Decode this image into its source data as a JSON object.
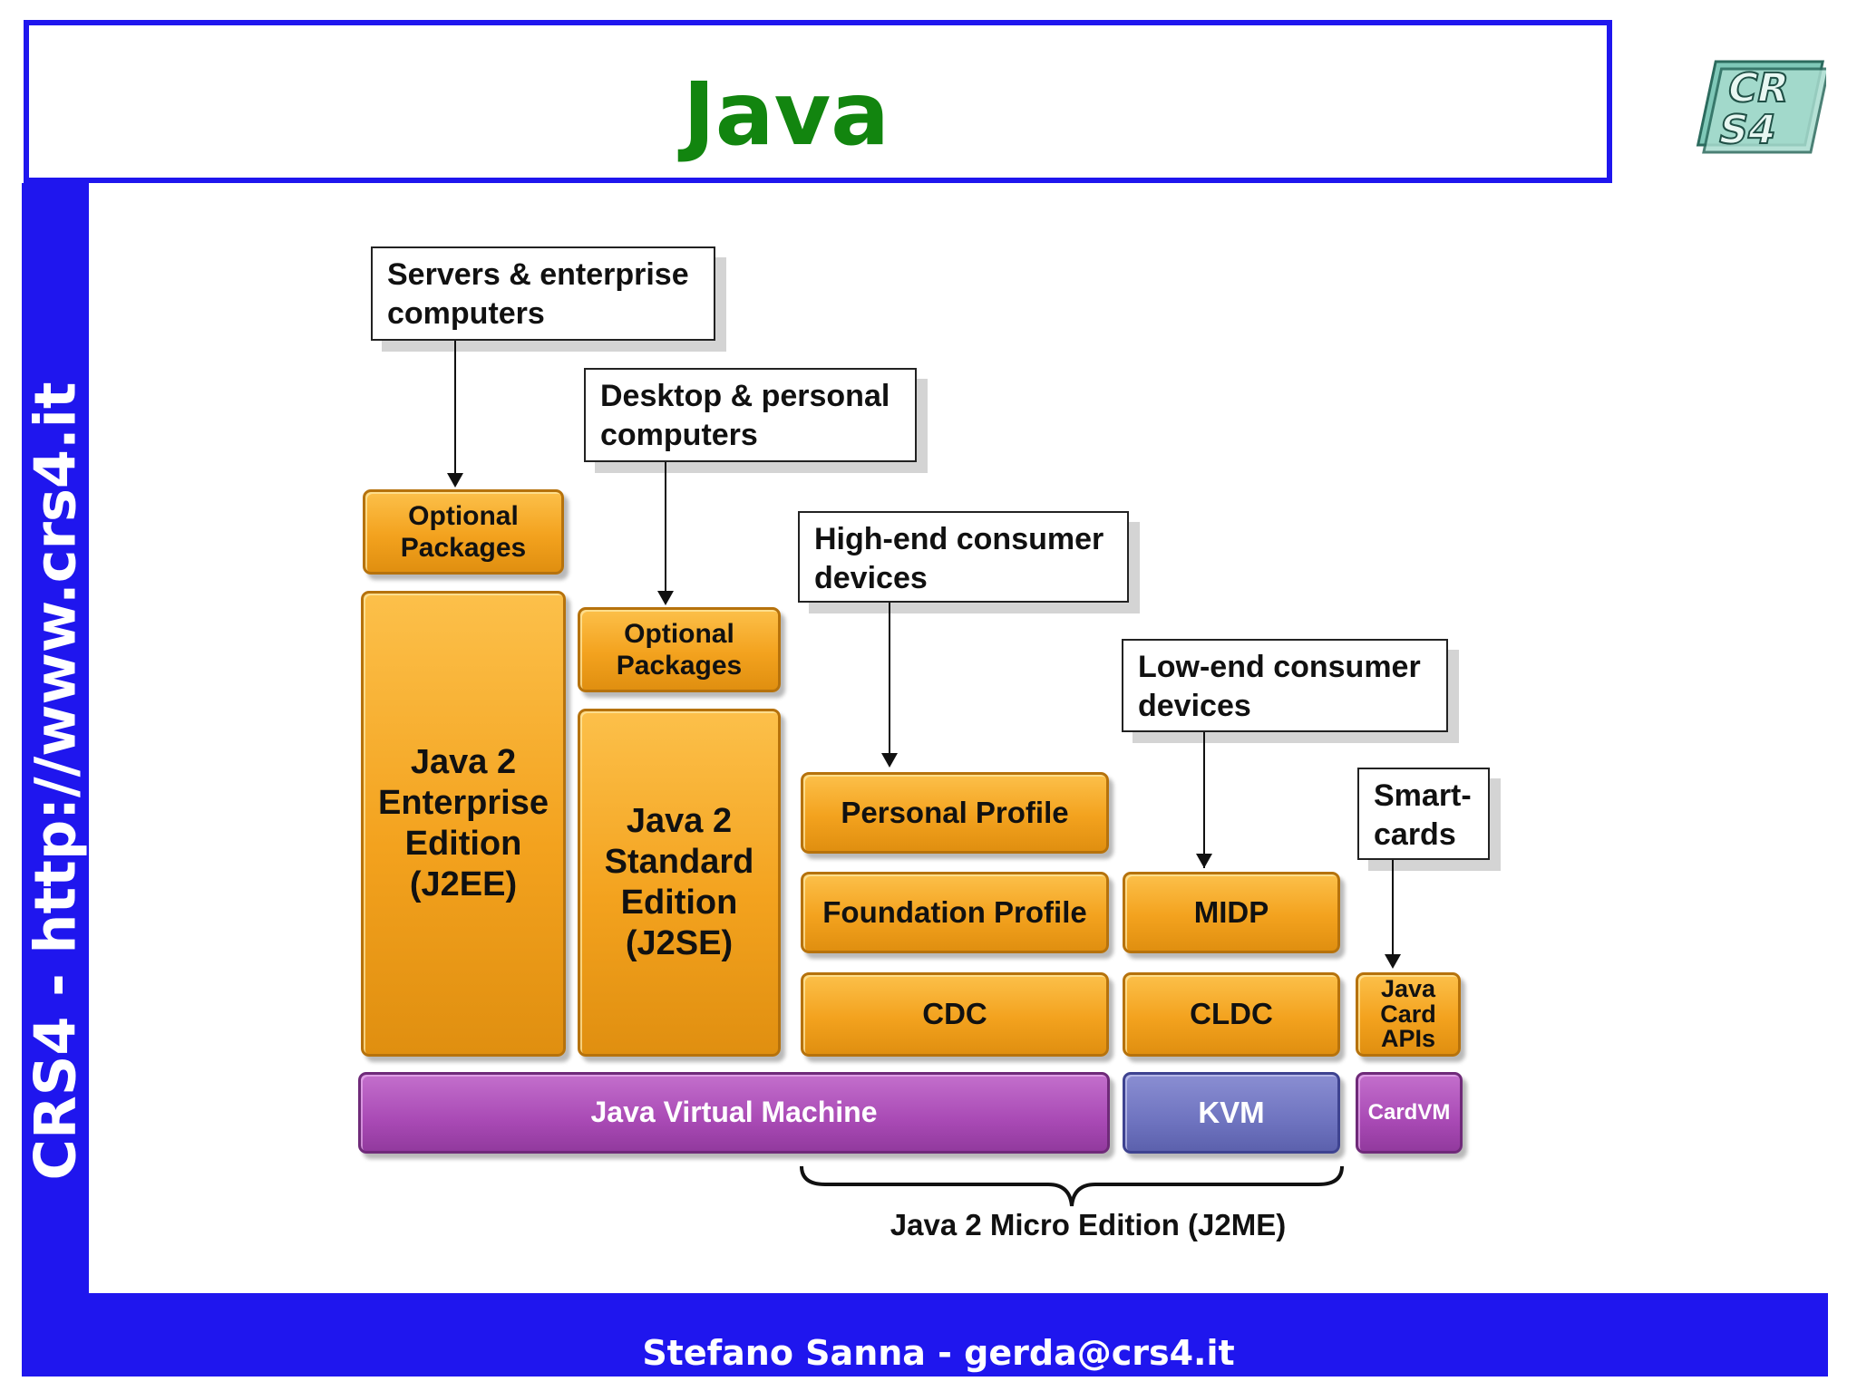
{
  "slide": {
    "title": "Java",
    "side_text": "CRS4 - http://www.crs4.it",
    "footer": "Stefano Sanna - gerda@crs4.it",
    "logo_text": "CRS4",
    "colors": {
      "frame_blue": "#1f16ee",
      "title_green": "#12850f",
      "block_orange": "#f3a21e",
      "block_purple": "#a94ab5",
      "block_blue": "#6f74c0"
    }
  },
  "diagram": {
    "callouts": {
      "servers": "Servers & enterprise\ncomputers",
      "desktop": "Desktop & personal\ncomputers",
      "highend": "High-end consumer\ndevices",
      "lowend": "Low-end consumer\ndevices",
      "smartcards": "Smart-\ncards"
    },
    "blocks": {
      "optional_packages_ee": "Optional Packages",
      "j2ee": "Java 2 Enterprise Edition (J2EE)",
      "optional_packages_se": "Optional Packages",
      "j2se": "Java 2 Standard Edition (J2SE)",
      "personal_profile": "Personal Profile",
      "foundation_profile": "Foundation Profile",
      "cdc": "CDC",
      "midp": "MIDP",
      "cldc": "CLDC",
      "java_card_apis": "Java Card APIs",
      "jvm": "Java Virtual Machine",
      "kvm": "KVM",
      "cardvm": "CardVM"
    },
    "j2me_label": "Java 2 Micro Edition (J2ME)"
  }
}
